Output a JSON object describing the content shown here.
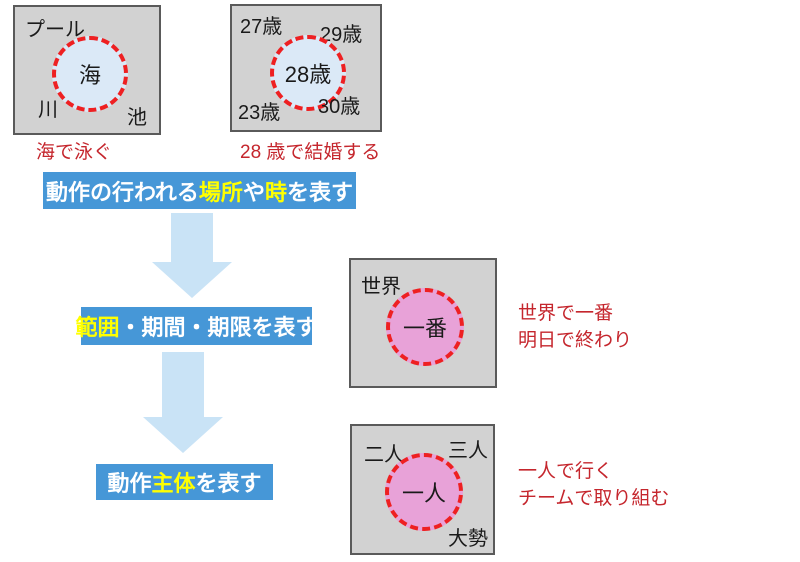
{
  "examples": {
    "location": {
      "top_left": "プール",
      "bottom_left": "川",
      "bottom_right": "池",
      "circle": "海",
      "caption": "海で泳ぐ"
    },
    "time": {
      "top_left": "27歳",
      "top_right": "29歳",
      "bottom_left": "23歳",
      "bottom_right": "30歳",
      "circle": "28歳",
      "caption": "28 歳で結婚する"
    },
    "range": {
      "top_left": "世界",
      "circle": "一番",
      "caption_line1": "世界で一番",
      "caption_line2": "明日で終わり"
    },
    "subject": {
      "top_left": "二人",
      "top_right": "三人",
      "bottom_right": "大勢",
      "circle": "一人",
      "caption_line1": "一人で行く",
      "caption_line2": "チームで取り組む"
    }
  },
  "headings": {
    "first": {
      "pre": "動作の行われる",
      "highlight1": "場所",
      "mid": "や",
      "highlight2": "時",
      "post": "を表す"
    },
    "second": {
      "highlight1": "範囲",
      "post": "・期間・期限を表す"
    },
    "third": {
      "pre": "動作",
      "highlight1": "主体",
      "post": "を表す"
    }
  },
  "colors": {
    "heading_blue": "#4697d7",
    "highlight_yellow": "#ffff00",
    "arrow_light_blue": "#c9e3f6",
    "box_gray": "#d2d2d2",
    "box_border_gray": "#5a5a5a",
    "circle_dash_red": "#ee2022",
    "circle_fill_blue": "#dbe9f7",
    "circle_fill_pink": "#e8a2d8",
    "caption_red": "#c5262d"
  }
}
